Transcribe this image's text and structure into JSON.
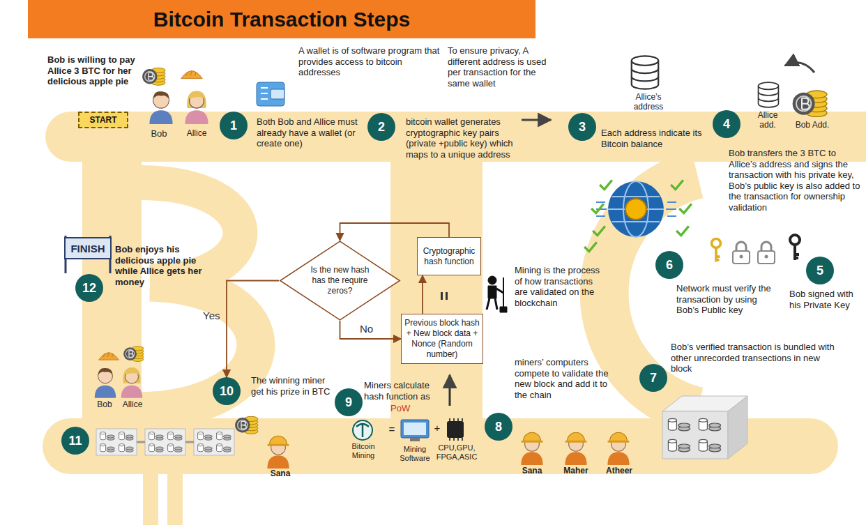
{
  "diagram": {
    "title": "Bitcoin Transaction Steps",
    "nodes": [
      {
        "text": [
          "START"
        ]
      },
      {
        "text": [
          "1"
        ]
      },
      {
        "text": [
          "2"
        ]
      },
      {
        "text": [
          "3"
        ]
      },
      {
        "text": [
          "4"
        ]
      },
      {
        "text": [
          "5"
        ]
      },
      {
        "text": [
          "6"
        ]
      },
      {
        "text": [
          "7"
        ]
      },
      {
        "text": [
          "8"
        ]
      },
      {
        "text": [
          "9"
        ]
      },
      {
        "text": [
          "Cryptographic hash function"
        ]
      },
      {
        "text": [
          "Is the new hash has the require zeros?"
        ]
      },
      {
        "text": [
          "Previous block hash + New block data + Nonce (Random number)"
        ]
      },
      {
        "text": [
          "10"
        ]
      },
      {
        "text": [
          "11"
        ]
      },
      {
        "text": [
          "12"
        ]
      },
      {
        "text": [
          "FINISH"
        ]
      }
    ],
    "edges": [
      {
        "from": 11,
        "to": 12,
        "label": "No",
        "arrow": "to"
      },
      {
        "from": 12,
        "to": 10,
        "arrow": "to"
      },
      {
        "from": 10,
        "to": 11,
        "arrow": "to"
      },
      {
        "from": 11,
        "to": 13,
        "label": "Yes",
        "arrow": "to"
      }
    ],
    "labels": [
      "Bob is willing to pay Allice 3 BTC for her delicious apple pie",
      "Bob",
      "Allice",
      "A wallet is of software program that provides access to bitcoin addresses",
      "Both Bob and Allice must already have a wallet (or create one)",
      "To ensure privacy, A different address is used per transaction for the same wallet",
      "bitcoin wallet generates cryptographic key pairs (private +public key) which maps to a unique address",
      "Allice’s address",
      "Each address indicate its Bitcoin balance",
      "Allice add.",
      "Bob Add.",
      "Bob transfers the 3 BTC to Allice’s address and signs the transaction with his private key, Bob’s public key is also added to the transaction for ownership validation",
      "Bob signed with his Private Key",
      "Network must verify the transaction by using Bob’s Public key",
      "Bob’s verified transaction is bundled with other unrecorded transections in new block",
      "Mining is the process of how transactions are validated on the blockchain",
      "miners’ computers compete to validate the new block and add it to the chain",
      "Sana",
      "Maher",
      "Atheer",
      "Miners calculate hash function as",
      "PoW",
      "Bitcoin Mining",
      "=",
      "Mining Software",
      "+",
      "CPU,GPU, FPGA,ASIC",
      "The winning miner get his prize in BTC",
      "Sana",
      "Bob enjoys his delicious apple pie while Allice gets her money",
      "Bob",
      "Allice"
    ]
  }
}
